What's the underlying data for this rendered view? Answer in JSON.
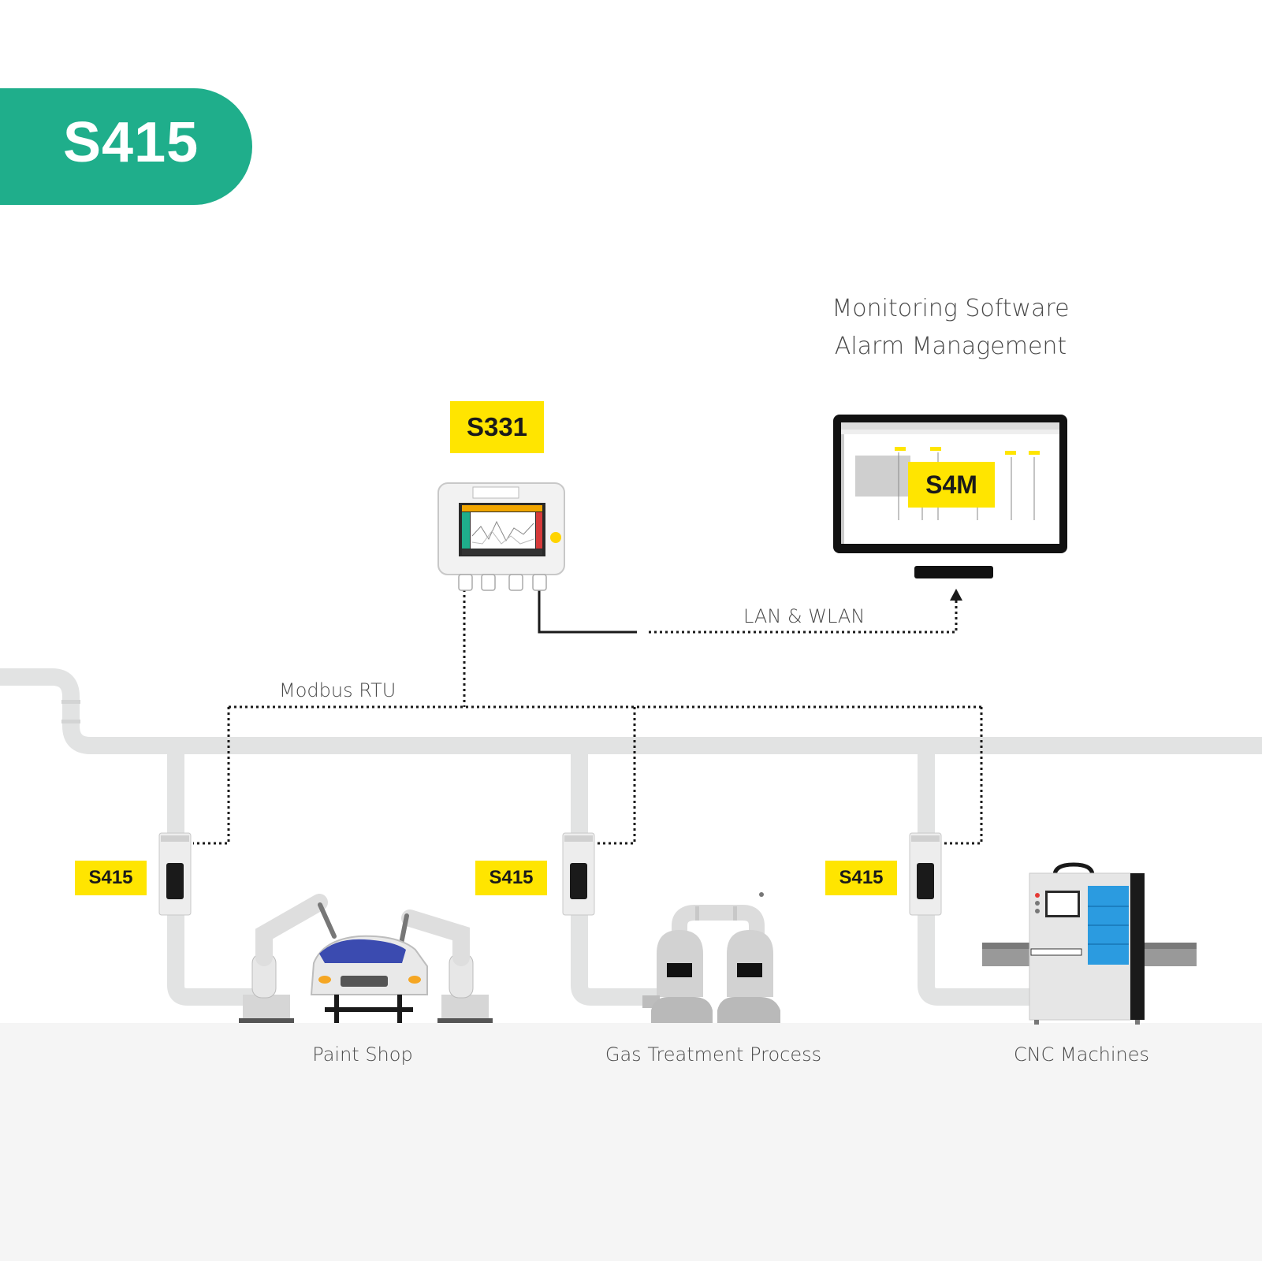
{
  "title": "S415",
  "header_lines": [
    "Monitoring Software",
    "Alarm Management"
  ],
  "hub": {
    "label": "S331"
  },
  "software": {
    "label": "S4M"
  },
  "links": {
    "network": "LAN & WLAN",
    "fieldbus": "Modbus RTU"
  },
  "sensors": [
    {
      "label": "S415",
      "application": "Paint Shop"
    },
    {
      "label": "S415",
      "application": "Gas Treatment Process"
    },
    {
      "label": "S415",
      "application": "CNC Machines"
    }
  ],
  "colors": {
    "brand_green": "#1fae8b",
    "label_yellow": "#ffe500",
    "pipe_grey": "#e2e3e3",
    "floor": "#f5f5f5",
    "screen_blue": "#2b9be0"
  }
}
